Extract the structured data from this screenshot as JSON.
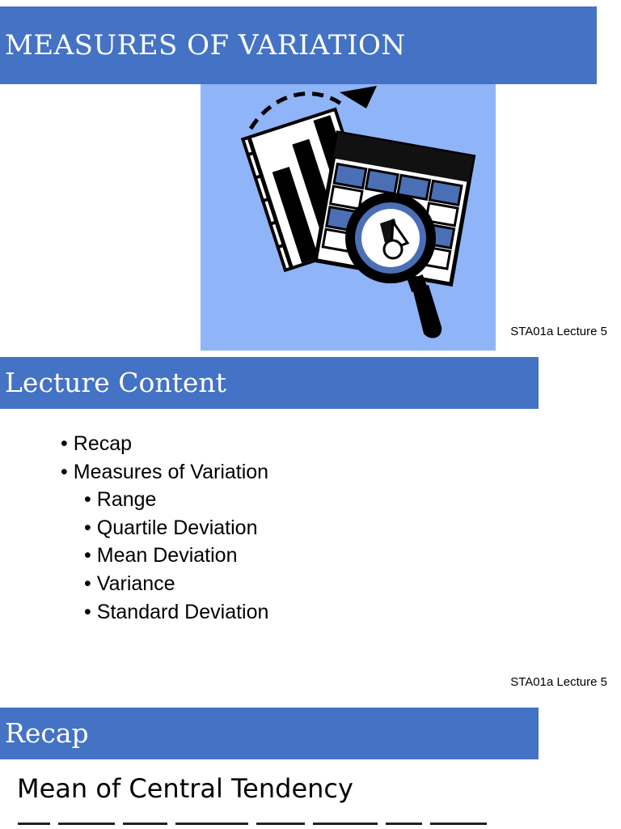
{
  "slide1": {
    "title": "MEASURES OF VARIATION",
    "footer": "STA01a Lecture 5",
    "illustration_icon": "bar-chart-table-magnifier-icon",
    "colors": {
      "banner": "#4472c4",
      "illustration_bg": "#8fb4f7",
      "table_cells": "#4a6fb5"
    }
  },
  "slide2": {
    "title": "Lecture Content",
    "items": [
      {
        "text": "Recap",
        "level": 1
      },
      {
        "text": "Measures of Variation",
        "level": 1
      },
      {
        "text": "Range",
        "level": 2
      },
      {
        "text": "Quartile Deviation",
        "level": 2
      },
      {
        "text": "Mean Deviation",
        "level": 2
      },
      {
        "text": "Variance",
        "level": 2
      },
      {
        "text": "Standard Deviation",
        "level": 2
      }
    ],
    "footer": "STA01a Lecture 5"
  },
  "slide3": {
    "title": "Recap",
    "heading": "Mean of Central Tendency"
  }
}
